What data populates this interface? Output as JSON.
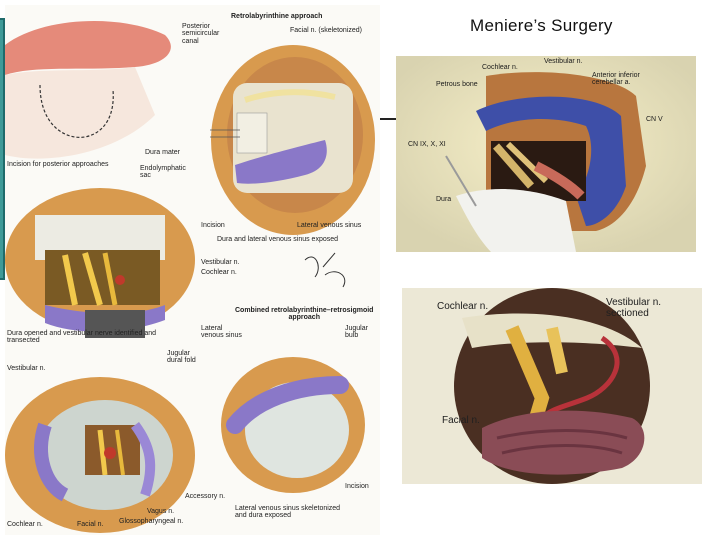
{
  "slide_title": "Meniere’s Surgery",
  "left_plate": {
    "labels": {
      "retrolab_title": "Retrolabyrinthine approach",
      "posterior_canal": "Posterior\nsemicircular\ncanal",
      "facial_skel": "Facial n. (skeletonized)",
      "incision_posterior": "Incision for posterior approaches",
      "dura_mater": "Dura mater",
      "endolymphatic_sac": "Endolymphatic\nsac",
      "incision": "Incision",
      "lateral_sinus": "Lateral venous sinus",
      "dura_exposed": "Dura and lateral venous sinus exposed",
      "vestibular": "Vestibular n.",
      "cochlear": "Cochlear n.",
      "combined_title": "Combined retrolabyrinthine–retrosigmoid\napproach",
      "dura_opened": "Dura opened and vestibular nerve identified and\ntransected",
      "lat_sinus2": "Lateral\nvenous sinus",
      "jugular_bulb": "Jugular\nbulb",
      "jugular_fold": "Jugular\ndural fold",
      "vestibular2": "Vestibular n.",
      "accessory": "Accessory n.",
      "incision2": "Incision",
      "vagus": "Vagus n.",
      "glosso": "Glossopharyngeal n.",
      "cochlear2": "Cochlear n.",
      "facial2": "Facial n.",
      "skeletonized_caption": "Lateral venous sinus skeletonized\nand dura exposed"
    }
  },
  "top_right_plate": {
    "labels": {
      "cochlear": "Cochlear n.",
      "vestibular": "Vestibular n.",
      "petrous": "Petrous bone",
      "aica": "Anterior inferior\ncerebellar a.",
      "cn5": "CN V",
      "cn_ix_xi": "CN IX, X, XI",
      "dura": "Dura"
    }
  },
  "bottom_right_plate": {
    "labels": {
      "cochlear": "Cochlear n.",
      "vestibular": "Vestibular n.\nsectioned",
      "facial": "Facial n."
    }
  },
  "colors": {
    "accent": "#1f6b6b",
    "accent_light": "#3f9a98",
    "bone": "#d89a4e",
    "vein": "#8a78c8",
    "nerve": "#e0b040"
  }
}
